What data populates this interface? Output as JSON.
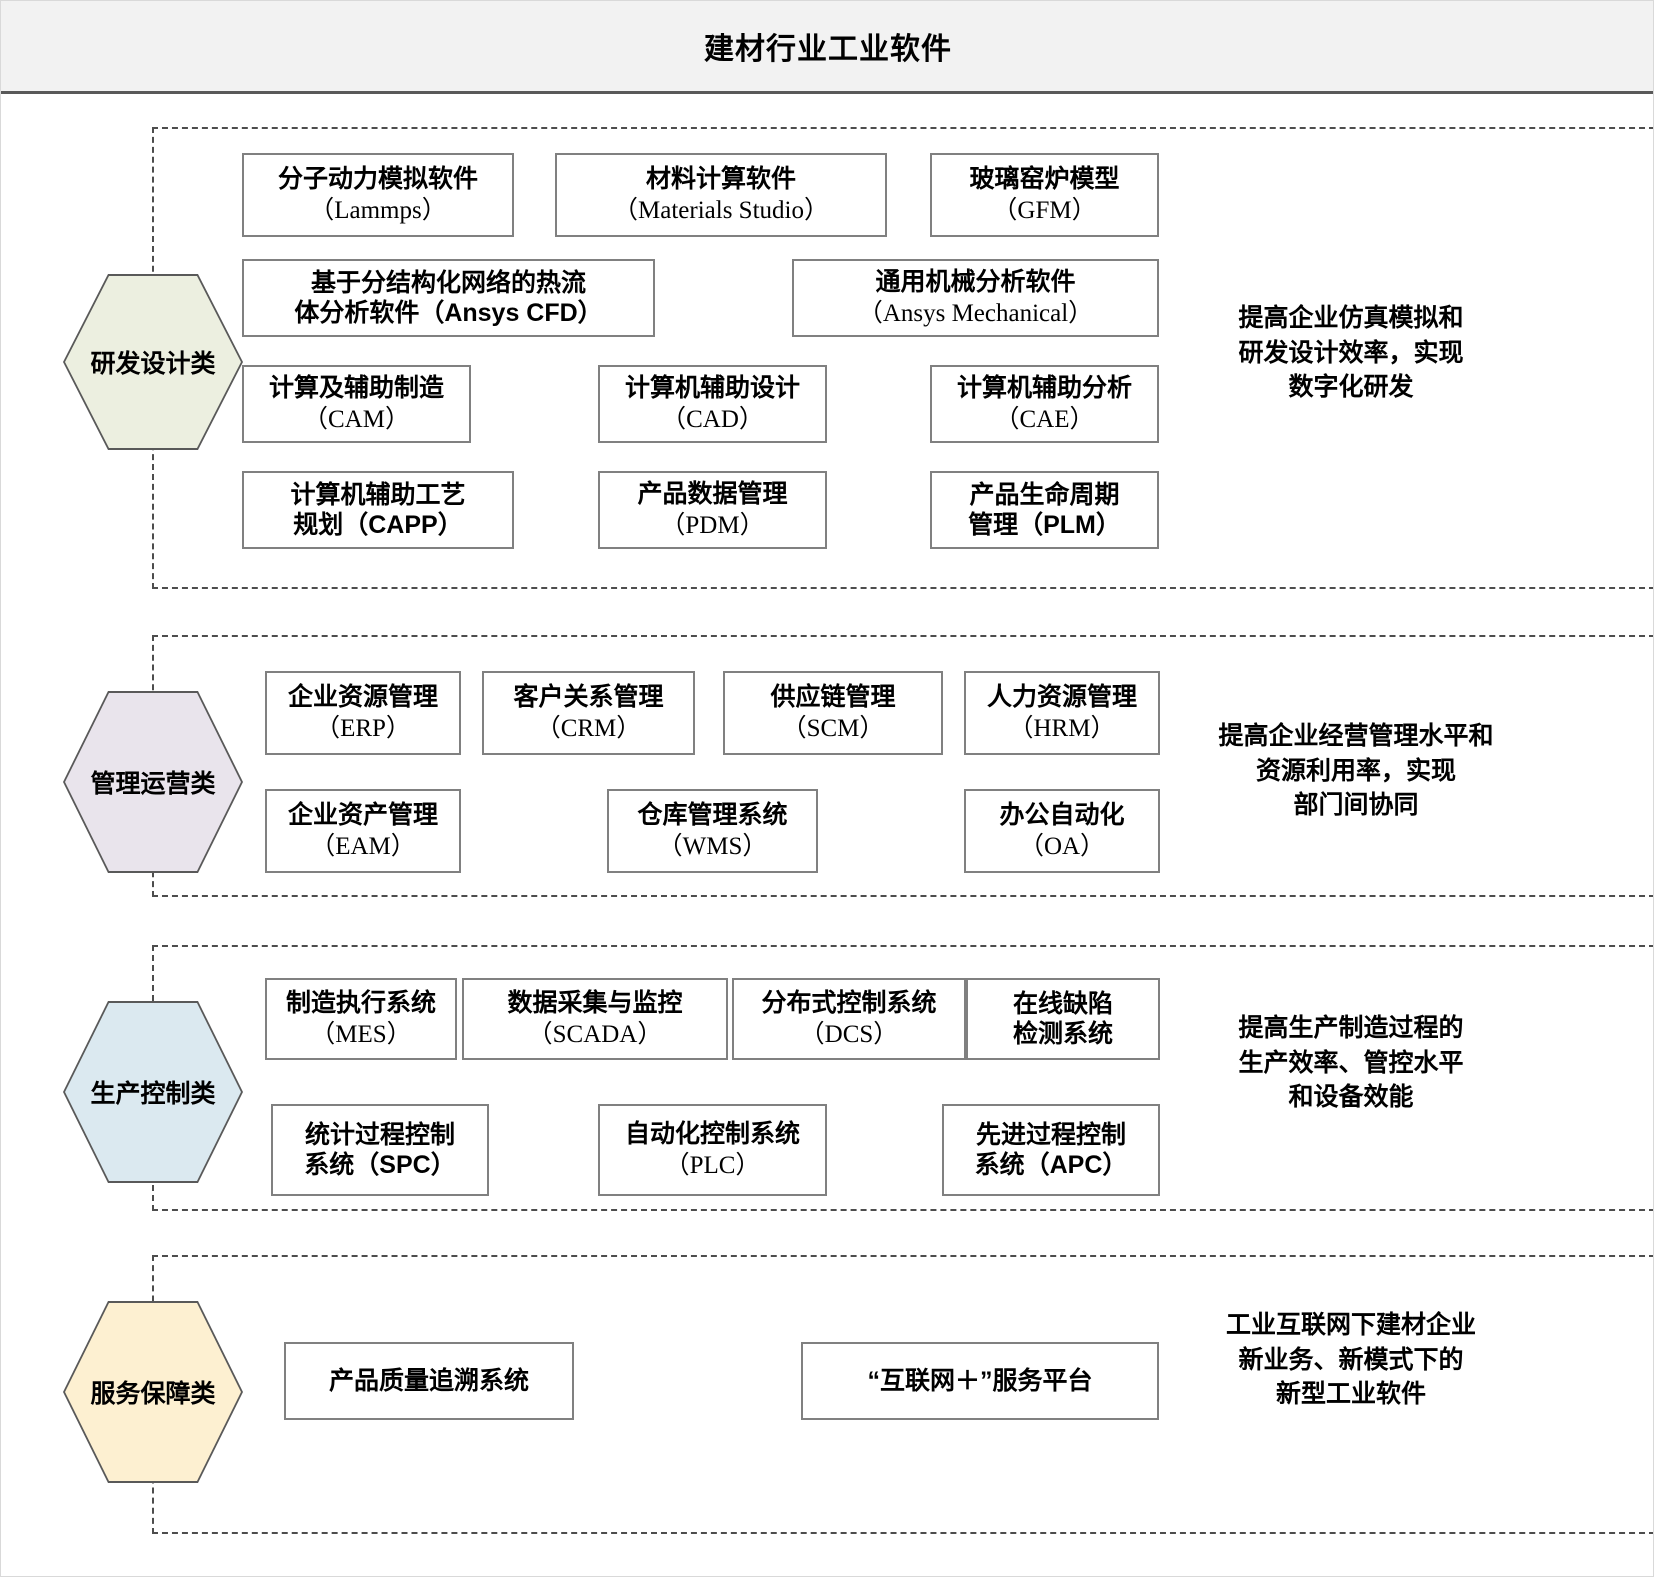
{
  "header": {
    "title": "建材行业工业软件"
  },
  "groups": [
    {
      "id": "rd-design",
      "hex_label": "研发设计类",
      "hex_color": "#ecefe0",
      "description": "提高企业仿真模拟和\n研发设计效率，实现\n数字化研发",
      "description_lines": [
        "提高企业仿真模拟和",
        "研发设计效率，实现",
        "数字化研发"
      ],
      "items": [
        {
          "cn": "分子动力模拟软件",
          "en": "（Lammps）"
        },
        {
          "cn": "材料计算软件",
          "en": "（Materials Studio）"
        },
        {
          "cn": "玻璃窑炉模型",
          "en": "（GFM）"
        },
        {
          "cn": "基于分结构化网络的热流",
          "en": "体分析软件（Ansys CFD）"
        },
        {
          "cn": "通用机械分析软件",
          "en": "（Ansys Mechanical）"
        },
        {
          "cn": "计算及辅助制造",
          "en": "（CAM）"
        },
        {
          "cn": "计算机辅助设计",
          "en": "（CAD）"
        },
        {
          "cn": "计算机辅助分析",
          "en": "（CAE）"
        },
        {
          "cn": "计算机辅助工艺",
          "en": "规划（CAPP）"
        },
        {
          "cn": "产品数据管理",
          "en": "（PDM）"
        },
        {
          "cn": "产品生命周期",
          "en": "管理（PLM）"
        }
      ]
    },
    {
      "id": "mgmt-operation",
      "hex_label": "管理运营类",
      "hex_color": "#e9e4ec",
      "description_lines": [
        "提高企业经营管理水平和",
        "资源利用率，实现",
        "部门间协同"
      ],
      "items": [
        {
          "cn": "企业资源管理",
          "en": "（ERP）"
        },
        {
          "cn": "客户关系管理",
          "en": "（CRM）"
        },
        {
          "cn": "供应链管理",
          "en": "（SCM）"
        },
        {
          "cn": "人力资源管理",
          "en": "（HRM）"
        },
        {
          "cn": "企业资产管理",
          "en": "（EAM）"
        },
        {
          "cn": "仓库管理系统",
          "en": "（WMS）"
        },
        {
          "cn": "办公自动化",
          "en": "（OA）"
        }
      ]
    },
    {
      "id": "production-control",
      "hex_label": "生产控制类",
      "hex_color": "#dbe9f0",
      "description_lines": [
        "提高生产制造过程的",
        "生产效率、管控水平",
        "和设备效能"
      ],
      "items": [
        {
          "cn": "制造执行系统",
          "en": "（MES）"
        },
        {
          "cn": "数据采集与监控",
          "en": "（SCADA）"
        },
        {
          "cn": "分布式控制系统",
          "en": "（DCS）"
        },
        {
          "cn": "在线缺陷",
          "en": "检测系统"
        },
        {
          "cn": "统计过程控制",
          "en": "系统（SPC）"
        },
        {
          "cn": "自动化控制系统",
          "en": "（PLC）"
        },
        {
          "cn": "先进过程控制",
          "en": "系统（APC）"
        }
      ]
    },
    {
      "id": "service-assurance",
      "hex_label": "服务保障类",
      "hex_color": "#fdf0d1",
      "description_lines": [
        "工业互联网下建材企业",
        "新业务、新模式下的",
        "新型工业软件"
      ],
      "items": [
        {
          "cn": "产品质量追溯系统",
          "en": ""
        },
        {
          "cn": "“互联网＋”服务平台",
          "en": ""
        }
      ]
    }
  ]
}
